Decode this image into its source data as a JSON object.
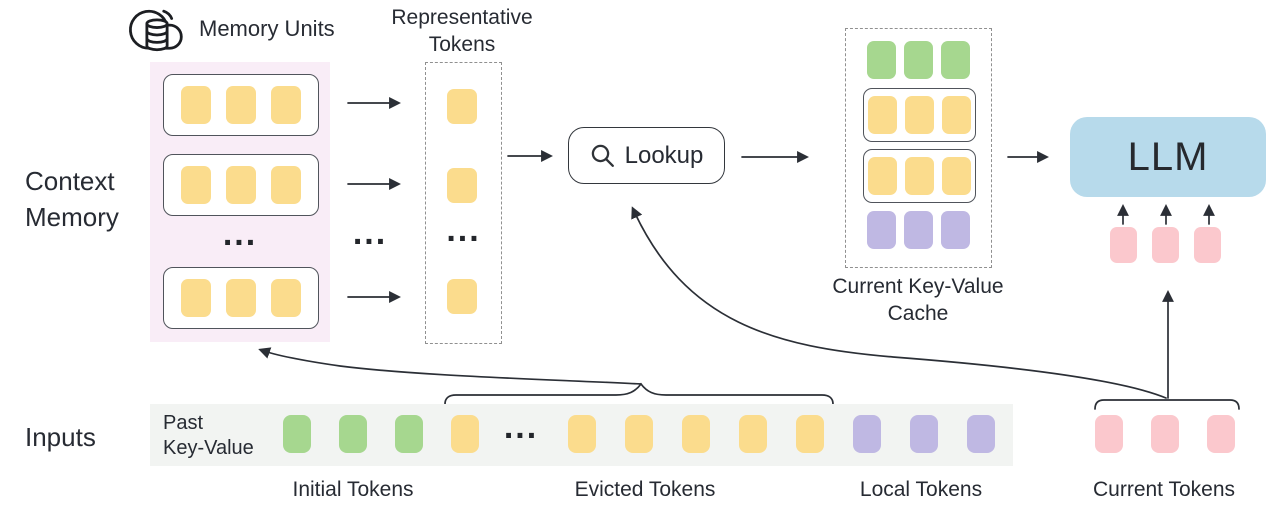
{
  "labels": {
    "memory_units": "Memory Units",
    "context_memory_line1": "Context",
    "context_memory_line2": "Memory",
    "representative_line1": "Representative",
    "representative_line2": "Tokens",
    "lookup": "Lookup",
    "cache_line1": "Current Key-Value",
    "cache_line2": "Cache",
    "llm": "LLM",
    "inputs": "Inputs",
    "past_kv_line1": "Past",
    "past_kv_line2": "Key-Value",
    "initial_tokens": "Initial Tokens",
    "evicted_tokens": "Evicted Tokens",
    "local_tokens": "Local Tokens",
    "current_tokens": "Current Tokens",
    "ellipsis": "..."
  },
  "colors": {
    "yellow": "#fbdc8d",
    "green": "#a6d78f",
    "purple": "#bfb8e3",
    "pink": "#fbc8cd",
    "blue": "#b7daeb",
    "pink_bg": "#f9edf7",
    "strip_bg": "#f2f4f2",
    "ink": "#2b2f36"
  },
  "token_groups": {
    "memory_unit": {
      "color": "yellow",
      "count": 3
    },
    "representative": {
      "color": "yellow",
      "count": 1
    },
    "cache_green": {
      "color": "green",
      "count": 3
    },
    "cache_yellow": {
      "color": "yellow",
      "count": 3
    },
    "cache_purple": {
      "color": "purple",
      "count": 3
    },
    "llm_inputs": {
      "color": "pink",
      "count": 3
    },
    "strip_initial": {
      "color": "green",
      "count": 3
    },
    "strip_evicted_head": {
      "color": "yellow",
      "count": 1
    },
    "strip_evicted_tail": {
      "color": "yellow",
      "count": 5
    },
    "strip_local": {
      "color": "purple",
      "count": 3
    },
    "current_tokens": {
      "color": "pink",
      "count": 3
    }
  }
}
